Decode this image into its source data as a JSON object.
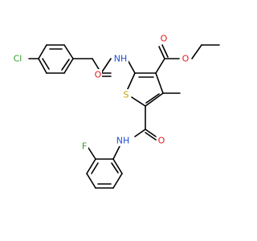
{
  "molecule": {
    "atoms": {
      "cl": {
        "symbol": "Cl",
        "color": "#33a02c"
      },
      "o_amide1": {
        "symbol": "O",
        "color": "#e31a1c"
      },
      "n_amide1": {
        "symbol": "NH",
        "color": "#1f4fd8"
      },
      "o_ester_carbonyl": {
        "symbol": "O",
        "color": "#e31a1c"
      },
      "o_ester": {
        "symbol": "O",
        "color": "#e31a1c"
      },
      "s_ring": {
        "symbol": "S",
        "color": "#c9a200"
      },
      "o_amide2": {
        "symbol": "O",
        "color": "#e31a1c"
      },
      "n_amide2": {
        "symbol": "NH",
        "color": "#1f4fd8"
      },
      "f": {
        "symbol": "F",
        "color": "#33a02c"
      }
    }
  }
}
